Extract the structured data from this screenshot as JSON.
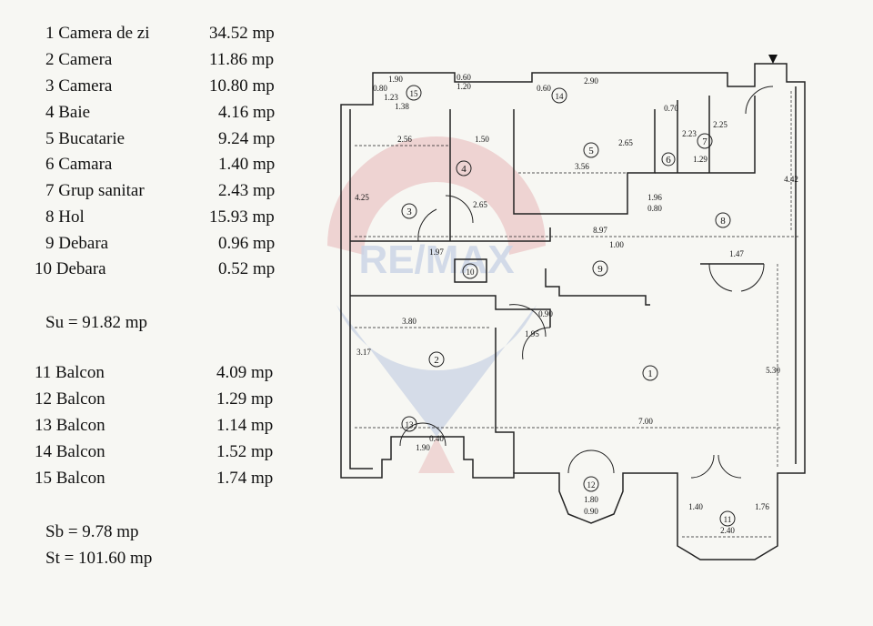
{
  "rooms": [
    {
      "label": "1 Camera de zi",
      "area": "34.52 mp"
    },
    {
      "label": "2 Camera",
      "area": "11.86 mp"
    },
    {
      "label": "3 Camera",
      "area": "10.80 mp"
    },
    {
      "label": "4 Baie",
      "area": "4.16 mp"
    },
    {
      "label": "5 Bucatarie",
      "area": "9.24 mp"
    },
    {
      "label": "6 Camara",
      "area": "1.40 mp"
    },
    {
      "label": "7 Grup sanitar",
      "area": "2.43 mp"
    },
    {
      "label": "8 Hol",
      "area": "15.93 mp"
    },
    {
      "label": "9 Debara",
      "area": "0.96 mp"
    },
    {
      "label": "10 Debara",
      "area": "0.52 mp"
    }
  ],
  "su": "Su = 91.82 mp",
  "balconies": [
    {
      "label": "11 Balcon",
      "area": "4.09 mp"
    },
    {
      "label": "12 Balcon",
      "area": "1.29 mp"
    },
    {
      "label": "13 Balcon",
      "area": "1.14 mp"
    },
    {
      "label": "14 Balcon",
      "area": "1.52 mp"
    },
    {
      "label": "15 Balcon",
      "area": "1.74 mp"
    }
  ],
  "sb": "Sb = 9.78 mp",
  "st": "St = 101.60 mp",
  "watermark_text": "RE/MAX",
  "plan": {
    "room_numbers": [
      "1",
      "2",
      "3",
      "4",
      "5",
      "6",
      "7",
      "8",
      "9",
      "10",
      "11",
      "12",
      "13",
      "14",
      "15"
    ],
    "dimensions": [
      "1.90",
      "0.80",
      "1.23",
      "1.38",
      "0.60",
      "1.20",
      "2.90",
      "0.60",
      "0.70",
      "2.23",
      "2.25",
      "1.29",
      "2.56",
      "1.50",
      "3.56",
      "2.65",
      "4.25",
      "4.42",
      "2.65",
      "8.97",
      "1.00",
      "3.80",
      "3.17",
      "5.30",
      "7.00",
      "1.90",
      "0.40",
      "1.80",
      "0.90",
      "1.40",
      "2.40",
      "1.76",
      "1.47",
      "1.97",
      "0.90",
      "1.96",
      "0.80",
      "1.95"
    ]
  }
}
